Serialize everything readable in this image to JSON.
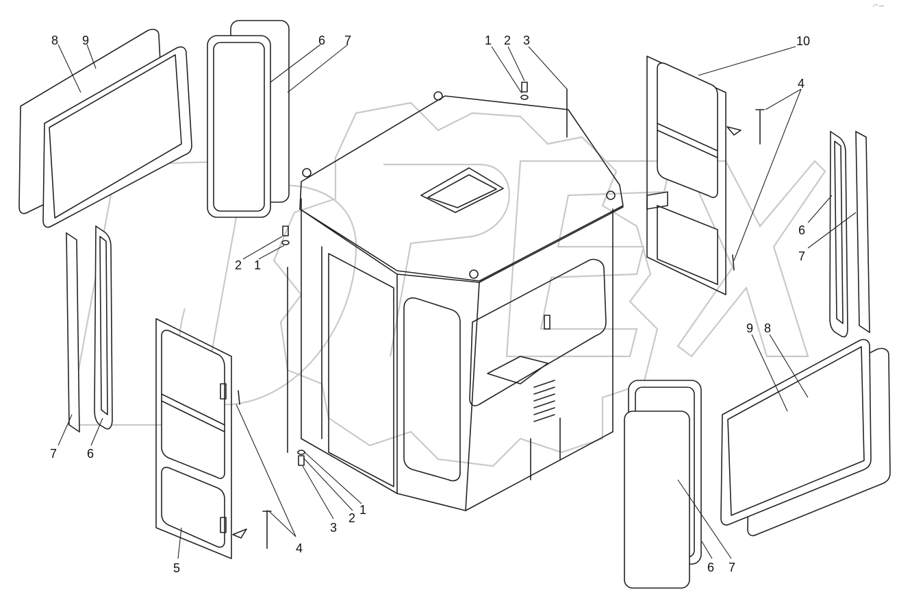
{
  "diagram": {
    "watermark": {
      "text": "ОРЕХ",
      "icon": "gear-watermark-icon"
    },
    "corner_mark": "₀⁰⁰ ₀₀₀",
    "callouts": [
      {
        "id": "c-8-tl",
        "label": "8"
      },
      {
        "id": "c-9-tl",
        "label": "9"
      },
      {
        "id": "c-6-tm",
        "label": "6"
      },
      {
        "id": "c-7-tm",
        "label": "7"
      },
      {
        "id": "c-1-tr",
        "label": "1"
      },
      {
        "id": "c-2-tr",
        "label": "2"
      },
      {
        "id": "c-3-tr",
        "label": "3"
      },
      {
        "id": "c-10",
        "label": "10"
      },
      {
        "id": "c-4-r",
        "label": "4"
      },
      {
        "id": "c-2-ml",
        "label": "2"
      },
      {
        "id": "c-1-ml",
        "label": "1"
      },
      {
        "id": "c-6-r",
        "label": "6"
      },
      {
        "id": "c-7-r",
        "label": "7"
      },
      {
        "id": "c-9-br",
        "label": "9"
      },
      {
        "id": "c-8-br",
        "label": "8"
      },
      {
        "id": "c-7-l",
        "label": "7"
      },
      {
        "id": "c-6-l",
        "label": "6"
      },
      {
        "id": "c-4-l",
        "label": "4"
      },
      {
        "id": "c-5",
        "label": "5"
      },
      {
        "id": "c-3-b",
        "label": "3"
      },
      {
        "id": "c-2-b",
        "label": "2"
      },
      {
        "id": "c-1-b",
        "label": "1"
      },
      {
        "id": "c-6-b",
        "label": "6"
      },
      {
        "id": "c-7-b",
        "label": "7"
      }
    ]
  }
}
